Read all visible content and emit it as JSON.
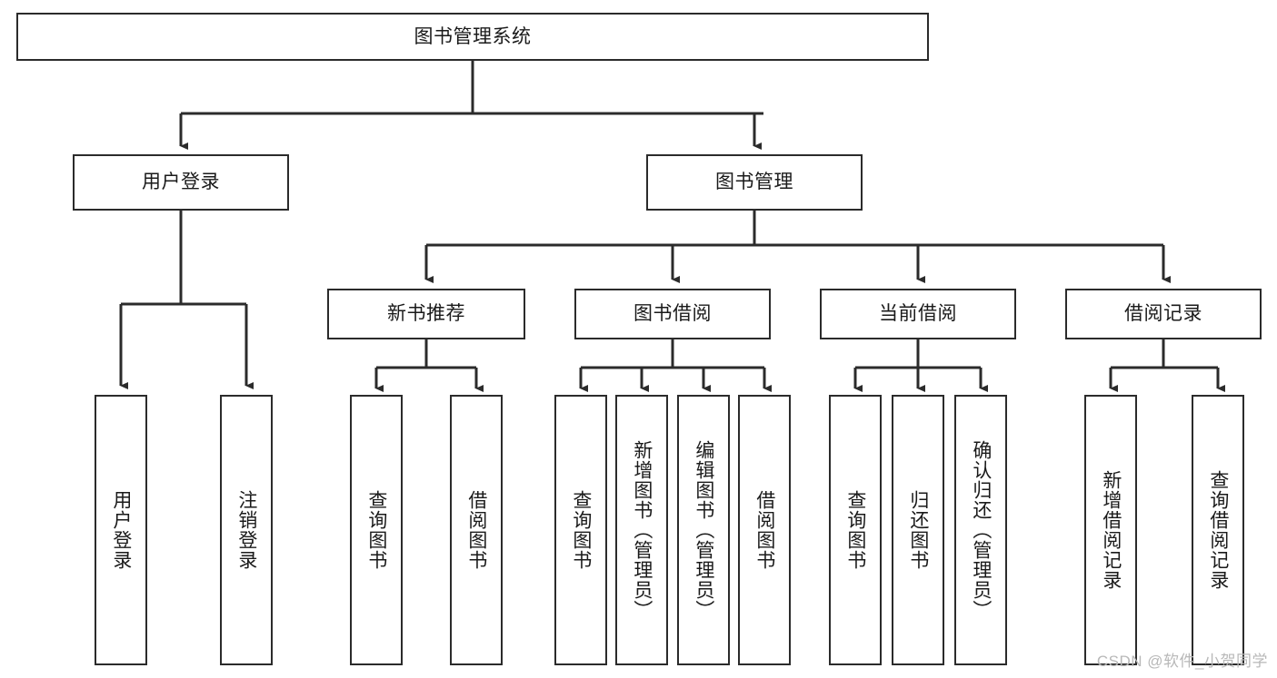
{
  "diagram": {
    "title": "图书管理系统",
    "type": "tree-hierarchy-diagram",
    "colors": {
      "box_border": "#2b2b2b",
      "box_fill": "#ffffff",
      "connector": "#2b2b2b",
      "text": "#1a1a1a",
      "watermark": "#b8b8b8"
    },
    "nodes": {
      "root": {
        "label": "图书管理系统"
      },
      "level2": [
        {
          "id": "user-login",
          "label": "用户登录"
        },
        {
          "id": "book-management",
          "label": "图书管理"
        }
      ],
      "level3": [
        {
          "id": "new-book-recommend",
          "label": "新书推荐"
        },
        {
          "id": "book-borrow",
          "label": "图书借阅"
        },
        {
          "id": "current-borrow",
          "label": "当前借阅"
        },
        {
          "id": "borrow-record",
          "label": "借阅记录"
        }
      ],
      "leaves": {
        "user-login": [
          {
            "id": "leaf-user-login",
            "label": "用户登录"
          },
          {
            "id": "leaf-logout-login",
            "label": "注销登录"
          }
        ],
        "new-book-recommend": [
          {
            "id": "leaf-query-book-1",
            "label": "查询图书"
          },
          {
            "id": "leaf-borrow-book-1",
            "label": "借阅图书"
          }
        ],
        "book-borrow": [
          {
            "id": "leaf-query-book-2",
            "label": "查询图书"
          },
          {
            "id": "leaf-add-book",
            "label": "新增图书（管理员）"
          },
          {
            "id": "leaf-edit-book",
            "label": "编辑图书（管理员）"
          },
          {
            "id": "leaf-borrow-book-2",
            "label": "借阅图书"
          }
        ],
        "current-borrow": [
          {
            "id": "leaf-query-book-3",
            "label": "查询图书"
          },
          {
            "id": "leaf-return-book",
            "label": "归还图书"
          },
          {
            "id": "leaf-confirm-return",
            "label": "确认归还（管理员）"
          }
        ],
        "borrow-record": [
          {
            "id": "leaf-add-record",
            "label": "新增借阅记录"
          },
          {
            "id": "leaf-query-record",
            "label": "查询借阅记录"
          }
        ]
      }
    },
    "watermark": "CSDN @软件_小贺同学"
  }
}
